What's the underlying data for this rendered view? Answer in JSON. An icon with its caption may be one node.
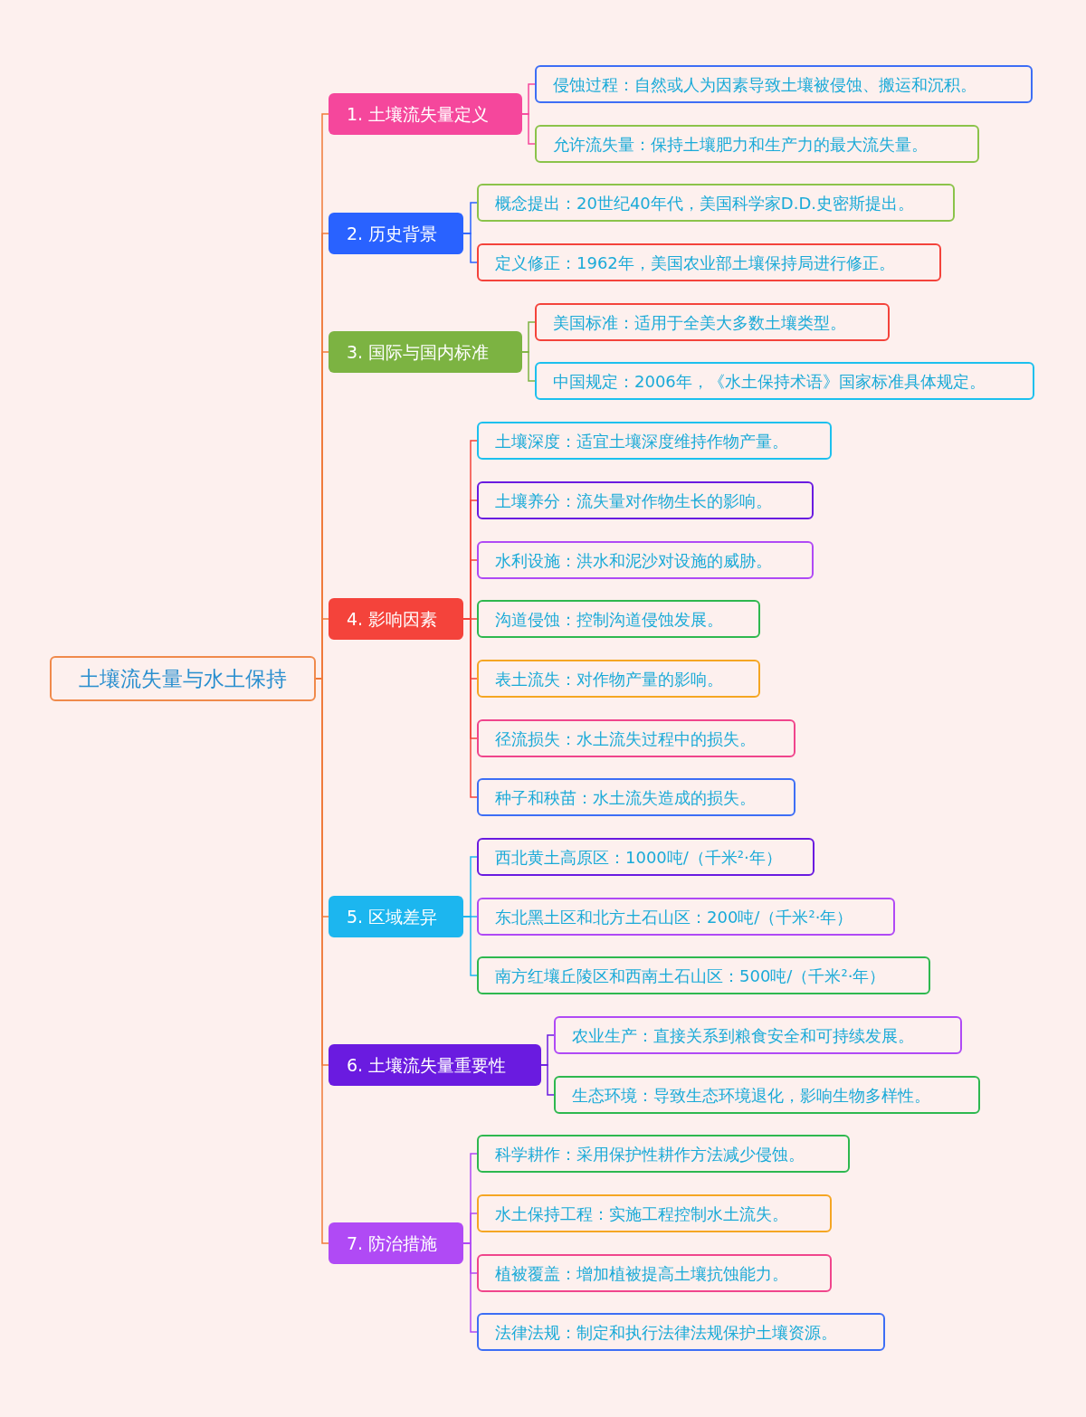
{
  "diagram": {
    "nodes": [
      {
        "text": [
          "土壤流失量与水土保持"
        ]
      },
      {
        "text": [
          "1. 土壤流失量定义"
        ]
      },
      {
        "text": [
          "侵蚀过程：自然或人为因素导致土壤被侵蚀、搬运和沉积。"
        ]
      },
      {
        "text": [
          "允许流失量：保持土壤肥力和生产力的最大流失量。"
        ]
      },
      {
        "text": [
          "2. 历史背景"
        ]
      },
      {
        "text": [
          "概念提出：20世纪40年代，美国科学家D.D.史密斯提出。"
        ]
      },
      {
        "text": [
          "定义修正：1962年，美国农业部土壤保持局进行修正。"
        ]
      },
      {
        "text": [
          "3. 国际与国内标准"
        ]
      },
      {
        "text": [
          "美国标准：适用于全美大多数土壤类型。"
        ]
      },
      {
        "text": [
          "中国规定：2006年，《水土保持术语》国家标准具体规定。"
        ]
      },
      {
        "text": [
          "4. 影响因素"
        ]
      },
      {
        "text": [
          "土壤深度：适宜土壤深度维持作物产量。"
        ]
      },
      {
        "text": [
          "土壤养分：流失量对作物生长的影响。"
        ]
      },
      {
        "text": [
          "水利设施：洪水和泥沙对设施的威胁。"
        ]
      },
      {
        "text": [
          "沟道侵蚀：控制沟道侵蚀发展。"
        ]
      },
      {
        "text": [
          "表土流失：对作物产量的影响。"
        ]
      },
      {
        "text": [
          "径流损失：水土流失过程中的损失。"
        ]
      },
      {
        "text": [
          "种子和秧苗：水土流失造成的损失。"
        ]
      },
      {
        "text": [
          "5. 区域差异"
        ]
      },
      {
        "text": [
          "西北黄土高原区：1000吨/（千米²·年）"
        ]
      },
      {
        "text": [
          "东北黑土区和北方土石山区：200吨/（千米²·年）"
        ]
      },
      {
        "text": [
          "南方红壤丘陵区和西南土石山区：500吨/（千米²·年）"
        ]
      },
      {
        "text": [
          "6. 土壤流失量重要性"
        ]
      },
      {
        "text": [
          "农业生产：直接关系到粮食安全和可持续发展。"
        ]
      },
      {
        "text": [
          "生态环境：导致生态环境退化，影响生物多样性。"
        ]
      },
      {
        "text": [
          "7. 防治措施"
        ]
      },
      {
        "text": [
          "科学耕作：采用保护性耕作方法减少侵蚀。"
        ]
      },
      {
        "text": [
          "水土保持工程：实施工程控制水土流失。"
        ]
      },
      {
        "text": [
          "植被覆盖：增加植被提高土壤抗蚀能力。"
        ]
      },
      {
        "text": [
          "法律法规：制定和执行法律法规保护土壤资源。"
        ]
      }
    ],
    "edges": [
      {
        "from": 0,
        "to": 1,
        "arrow": "none",
        "color": "#f07a3a"
      },
      {
        "from": 0,
        "to": 4,
        "arrow": "none",
        "color": "#f07a3a"
      },
      {
        "from": 0,
        "to": 7,
        "arrow": "none",
        "color": "#f07a3a"
      },
      {
        "from": 0,
        "to": 10,
        "arrow": "none",
        "color": "#f07a3a"
      },
      {
        "from": 0,
        "to": 18,
        "arrow": "none",
        "color": "#f07a3a"
      },
      {
        "from": 0,
        "to": 22,
        "arrow": "none",
        "color": "#f07a3a"
      },
      {
        "from": 0,
        "to": 25,
        "arrow": "none",
        "color": "#f07a3a"
      },
      {
        "from": 1,
        "to": 2,
        "arrow": "none",
        "color": "#f5479c"
      },
      {
        "from": 1,
        "to": 3,
        "arrow": "none",
        "color": "#f5479c"
      },
      {
        "from": 4,
        "to": 5,
        "arrow": "none",
        "color": "#2962ff"
      },
      {
        "from": 4,
        "to": 6,
        "arrow": "none",
        "color": "#2962ff"
      },
      {
        "from": 7,
        "to": 8,
        "arrow": "none",
        "color": "#7cb342"
      },
      {
        "from": 7,
        "to": 9,
        "arrow": "none",
        "color": "#7cb342"
      },
      {
        "from": 10,
        "to": 11,
        "arrow": "none",
        "color": "#f4433b"
      },
      {
        "from": 10,
        "to": 12,
        "arrow": "none",
        "color": "#f4433b"
      },
      {
        "from": 10,
        "to": 13,
        "arrow": "none",
        "color": "#f4433b"
      },
      {
        "from": 10,
        "to": 14,
        "arrow": "none",
        "color": "#f4433b"
      },
      {
        "from": 10,
        "to": 15,
        "arrow": "none",
        "color": "#f4433b"
      },
      {
        "from": 10,
        "to": 16,
        "arrow": "none",
        "color": "#f4433b"
      },
      {
        "from": 10,
        "to": 17,
        "arrow": "none",
        "color": "#f4433b"
      },
      {
        "from": 18,
        "to": 19,
        "arrow": "none",
        "color": "#1cb6ef"
      },
      {
        "from": 18,
        "to": 20,
        "arrow": "none",
        "color": "#1cb6ef"
      },
      {
        "from": 18,
        "to": 21,
        "arrow": "none",
        "color": "#1cb6ef"
      },
      {
        "from": 22,
        "to": 23,
        "arrow": "none",
        "color": "#6a1be0"
      },
      {
        "from": 22,
        "to": 24,
        "arrow": "none",
        "color": "#6a1be0"
      },
      {
        "from": 25,
        "to": 26,
        "arrow": "none",
        "color": "#b04af5"
      },
      {
        "from": 25,
        "to": 27,
        "arrow": "none",
        "color": "#b04af5"
      },
      {
        "from": 25,
        "to": 28,
        "arrow": "none",
        "color": "#b04af5"
      },
      {
        "from": 25,
        "to": 29,
        "arrow": "none",
        "color": "#b04af5"
      }
    ]
  }
}
